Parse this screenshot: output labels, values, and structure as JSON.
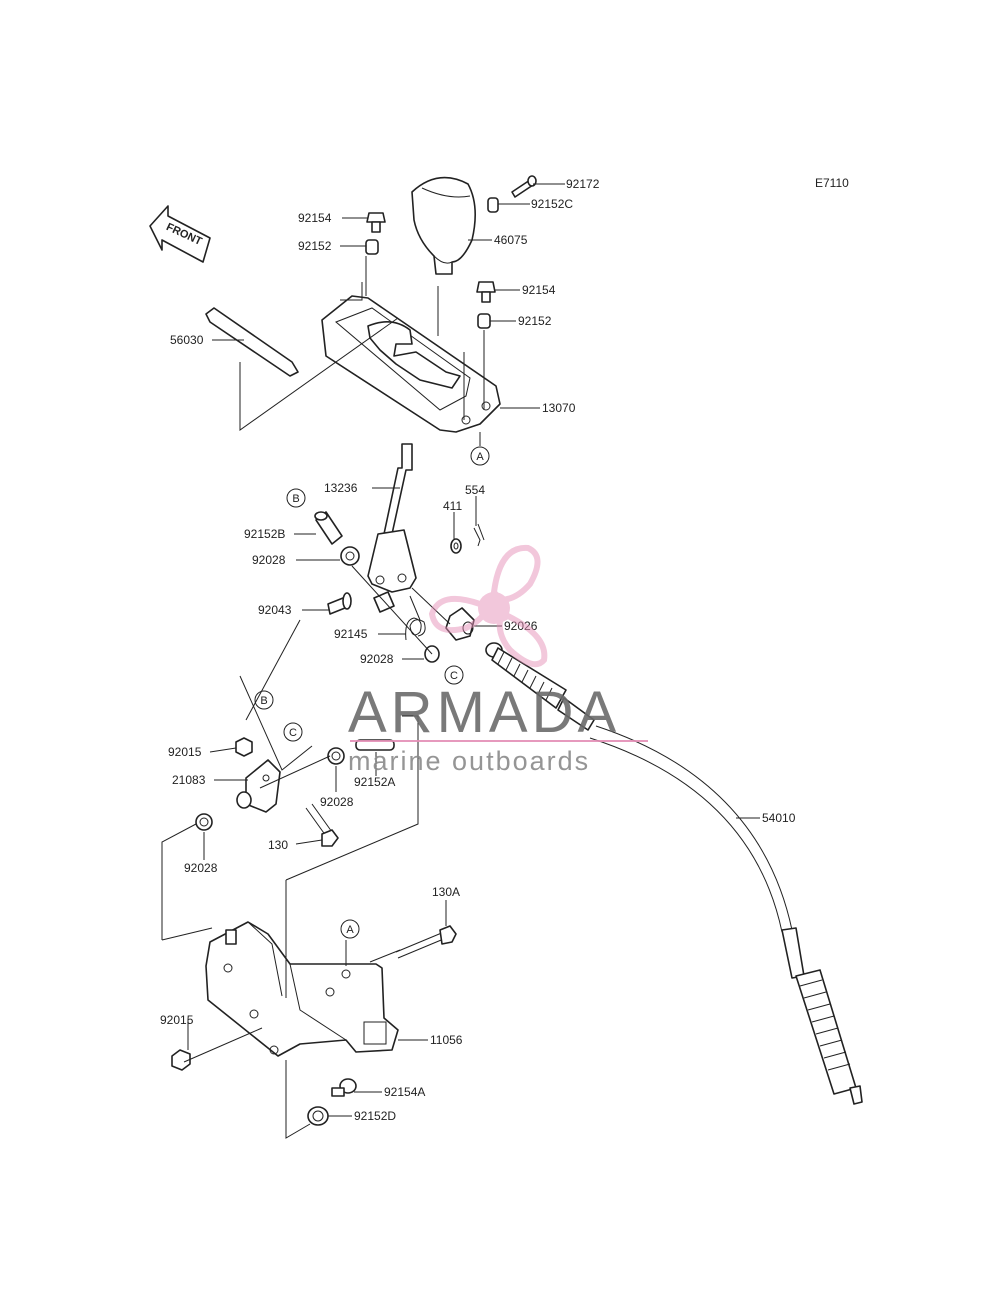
{
  "diagram_code": "E7110",
  "front_label": "FRONT",
  "watermark": {
    "brand": "ARMADA",
    "tagline": "marine outboards"
  },
  "callouts": {
    "A": "A",
    "B": "B",
    "C": "C"
  },
  "parts": {
    "p92172": "92172",
    "p92152C": "92152C",
    "p46075": "46075",
    "p92154_top": "92154",
    "p92152_top": "92152",
    "p92154_right": "92154",
    "p92152_right": "92152",
    "p56030": "56030",
    "p13070": "13070",
    "p13236": "13236",
    "p554": "554",
    "p411": "411",
    "p92152B": "92152B",
    "p92028_a": "92028",
    "p92043": "92043",
    "p92145": "92145",
    "p92026": "92026",
    "p92028_b": "92028",
    "p92015_a": "92015",
    "p21083": "21083",
    "p92028_c": "92028",
    "p92152A": "92152A",
    "p130": "130",
    "p92028_d": "92028",
    "p54010": "54010",
    "p130A": "130A",
    "p92015_b": "92015",
    "p11056": "11056",
    "p92154A": "92154A",
    "p92152D": "92152D"
  }
}
